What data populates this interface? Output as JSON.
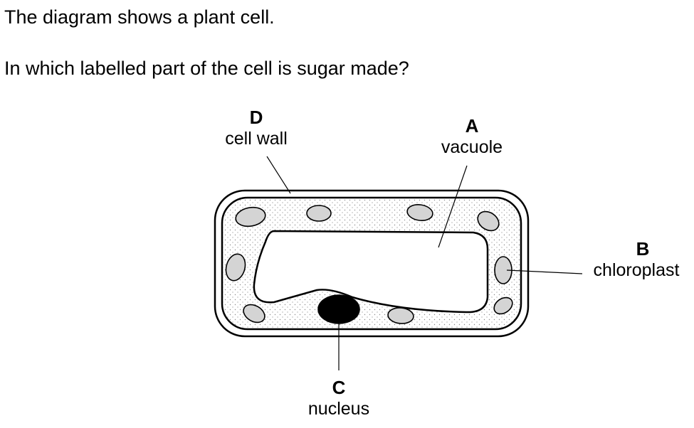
{
  "question": {
    "line1": "The diagram shows a plant cell.",
    "line2": "In which labelled part of the cell is sugar made?"
  },
  "labels": {
    "D": {
      "letter": "D",
      "name": "cell wall"
    },
    "A": {
      "letter": "A",
      "name": "vacuole"
    },
    "B": {
      "letter": "B",
      "name": "chloroplast"
    },
    "C": {
      "letter": "C",
      "name": "nucleus"
    }
  },
  "colors": {
    "chloroplast_fill": "#d4d4d4",
    "nucleus_fill": "#000000",
    "cytoplasm_stipple": "#8a8a8a",
    "outline": "#000000"
  }
}
